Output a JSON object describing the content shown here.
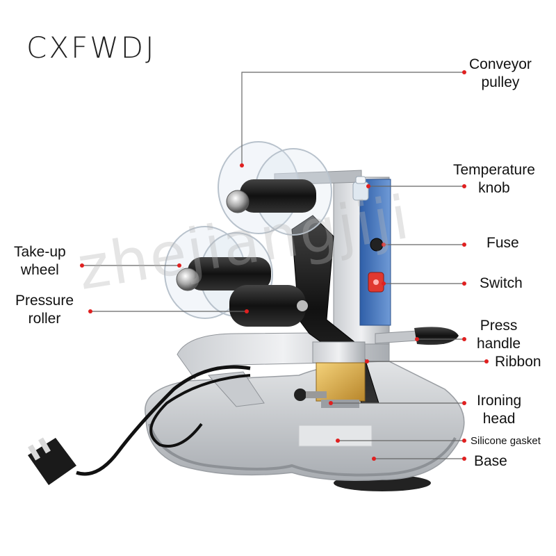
{
  "brand": "CXFWDJ",
  "watermark": "zhejiangjiji",
  "colors": {
    "pointer": "#e02020",
    "line": "#666666",
    "panel": "#3f6fb5"
  },
  "labels": {
    "conveyor_1": "Conveyor",
    "conveyor_2": "pulley",
    "temp_1": "Temperature",
    "temp_2": "knob",
    "fuse": "Fuse",
    "switch": "Switch",
    "press_1": "Press",
    "press_2": "handle",
    "ribbon": "Ribbon",
    "iron_1": "Ironing",
    "iron_2": "head",
    "silicone": "Silicone gasket",
    "base": "Base",
    "takeup_1": "Take-up",
    "takeup_2": "wheel",
    "pressure_1": "Pressure",
    "pressure_2": "roller"
  }
}
